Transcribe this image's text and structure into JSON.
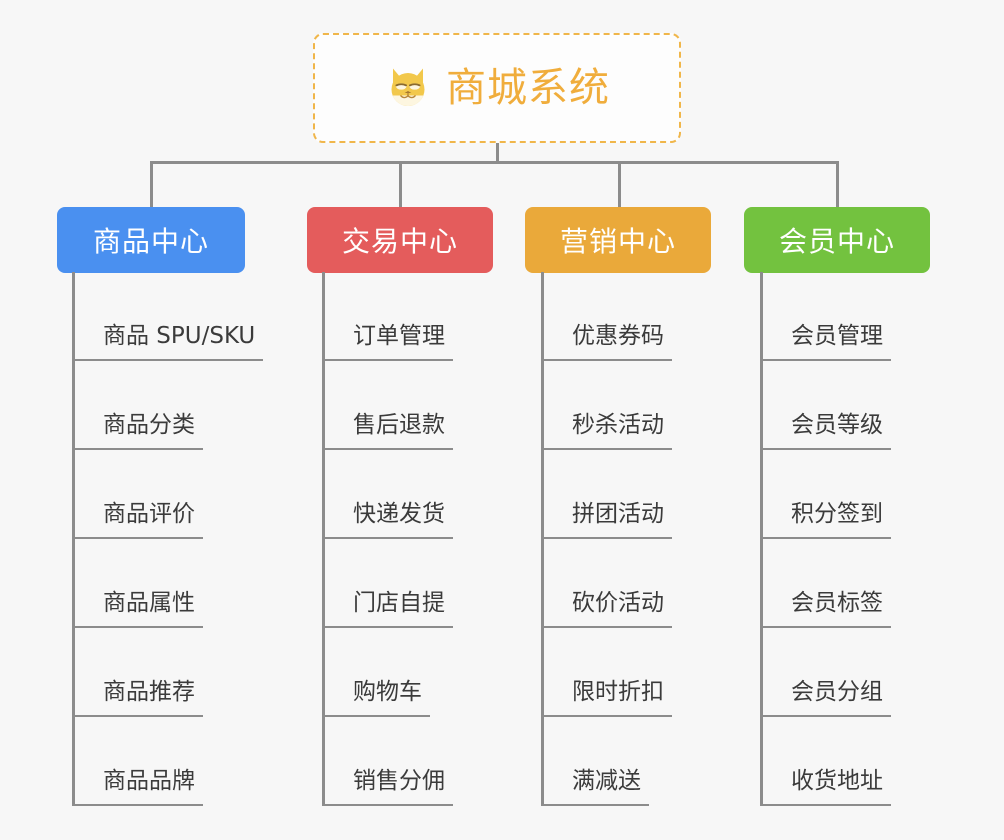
{
  "page": {
    "background_color": "#f7f7f7",
    "type": "mindmap"
  },
  "root": {
    "title": "商城系统",
    "icon": "shiba-dog-face-icon",
    "accent_color": "#f0ad3c",
    "border_color": "#f0b64a",
    "background_color": "#fdfdfd"
  },
  "connector": {
    "color": "#8c8c8c"
  },
  "branches": [
    {
      "label": "商品中心",
      "color": "#4a90f0",
      "items": [
        "商品 SPU/SKU",
        "商品分类",
        "商品评价",
        "商品属性",
        "商品推荐",
        "商品品牌"
      ]
    },
    {
      "label": "交易中心",
      "color": "#e45c5c",
      "items": [
        "订单管理",
        "售后退款",
        "快递发货",
        "门店自提",
        "购物车",
        "销售分佣"
      ]
    },
    {
      "label": "营销中心",
      "color": "#eaa93a",
      "items": [
        "优惠券码",
        "秒杀活动",
        "拼团活动",
        "砍价活动",
        "限时折扣",
        "满减送"
      ]
    },
    {
      "label": "会员中心",
      "color": "#73c23f",
      "items": [
        "会员管理",
        "会员等级",
        "积分签到",
        "会员标签",
        "会员分组",
        "收货地址"
      ]
    }
  ]
}
